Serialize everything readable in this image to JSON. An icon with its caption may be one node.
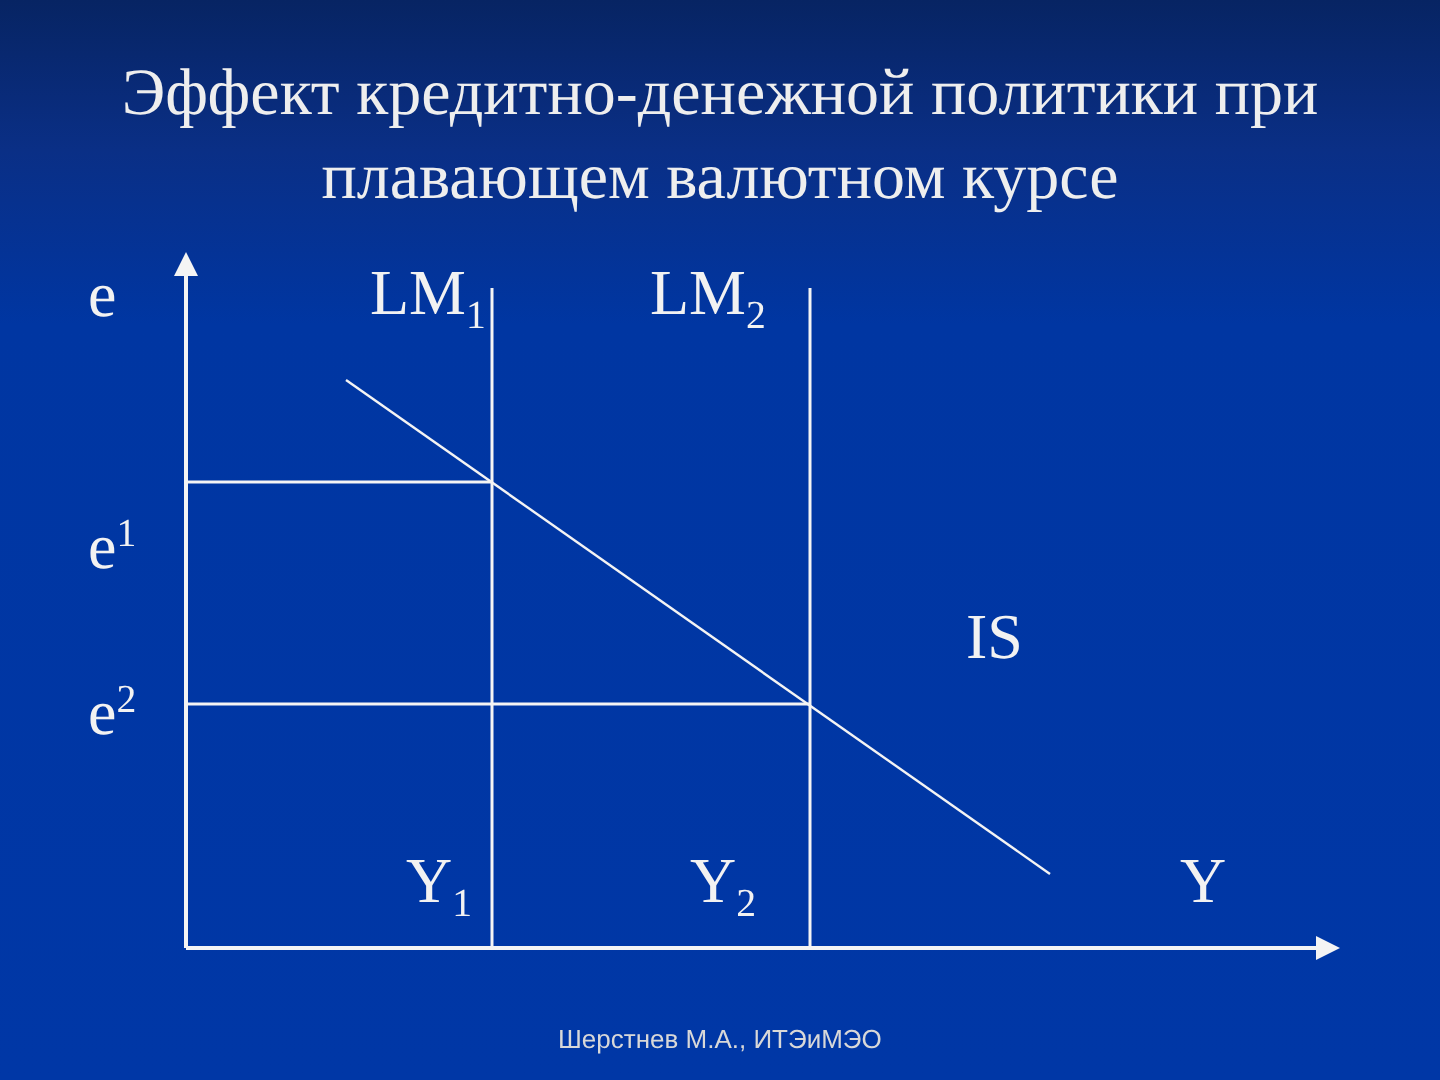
{
  "diagram": {
    "title": "Эффект кредитно-денежной политики при плавающем валютном курсе",
    "labels": [
      "e",
      "LM$_{1}$",
      "LM$_{2}$",
      "e$^{1}$",
      "IS",
      "e$^{2}$",
      "Y$_{1}$",
      "Y$_{2}$",
      "Y",
      "Шерстнев М.А., ИТЭиМЭО"
    ]
  }
}
